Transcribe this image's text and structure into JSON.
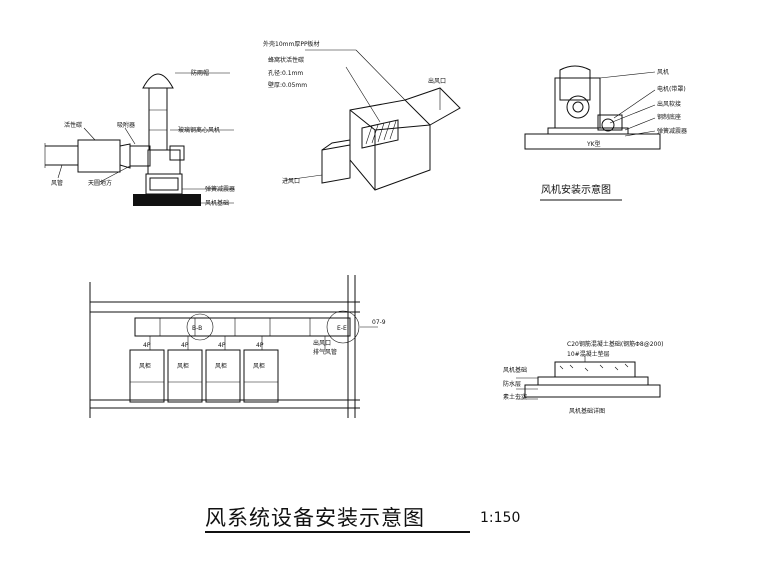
{
  "title": "风系统设备安装示意图",
  "scale": "1:150",
  "detail1": {
    "labels": [
      "防雨帽",
      "活性碳",
      "吸附器",
      "玻璃钢离心风机",
      "风管",
      "天圆地方",
      "弹簧减震器",
      "风机基础"
    ]
  },
  "detail2": {
    "top_label": "外壳10mm厚PP板材",
    "media_label": "蜂窝状活性碳",
    "aperture": "孔径:0.1mm",
    "thickness": "壁厚:0.05mm",
    "outlet": "出风口",
    "inlet": "进风口"
  },
  "detail3": {
    "caption": "风机安装示意图",
    "labels": [
      "风机",
      "电机(带罩)",
      "出风软接",
      "钢制底座",
      "弹簧减震器"
    ],
    "footer_mark": "YK型"
  },
  "plan": {
    "section_a": "B-B",
    "section_b": "E-E",
    "tag": "07-9",
    "units": [
      "风柜",
      "风柜",
      "风柜",
      "风柜"
    ],
    "outlets": [
      "4P",
      "4P",
      "4P",
      "4P"
    ],
    "notes": [
      "出风口",
      "排气风管"
    ]
  },
  "foundation": {
    "note1": "C20钢筋混凝土基础(钢筋Φ8@200)",
    "note2": "10#混凝土垫层",
    "labels": [
      "风机基础",
      "防水层",
      "素土夯实"
    ],
    "caption": "风机基础详图"
  }
}
